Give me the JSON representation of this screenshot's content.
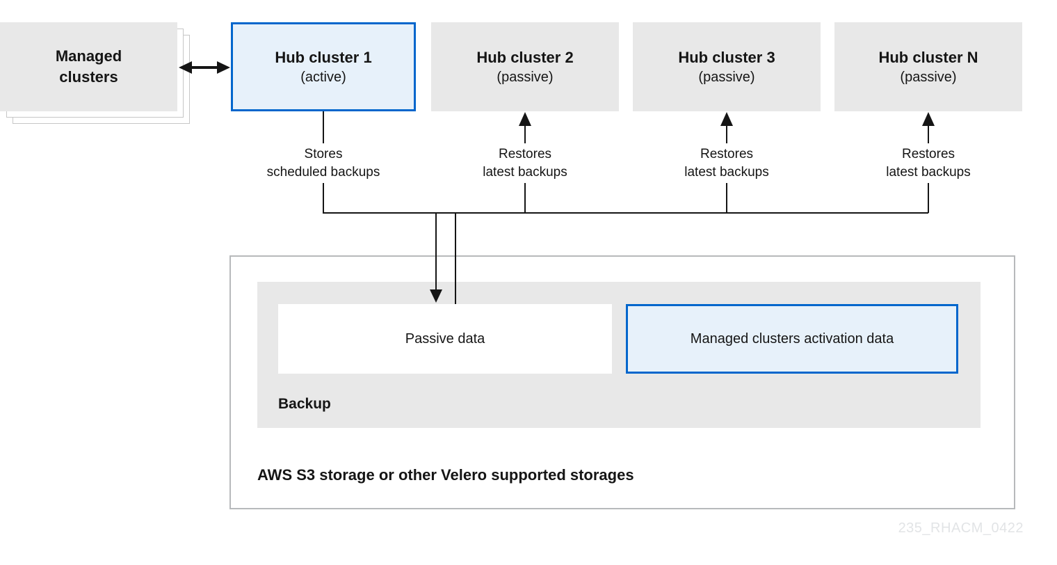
{
  "managed_clusters": {
    "line1": "Managed",
    "line2": "clusters"
  },
  "hubs": [
    {
      "title": "Hub cluster 1",
      "state": "(active)",
      "flow_line1": "Stores",
      "flow_line2": "scheduled backups"
    },
    {
      "title": "Hub cluster 2",
      "state": "(passive)",
      "flow_line1": "Restores",
      "flow_line2": "latest backups"
    },
    {
      "title": "Hub cluster 3",
      "state": "(passive)",
      "flow_line1": "Restores",
      "flow_line2": "latest backups"
    },
    {
      "title": "Hub cluster N",
      "state": "(passive)",
      "flow_line1": "Restores",
      "flow_line2": "latest backups"
    }
  ],
  "storage": {
    "title": "AWS S3 storage or other Velero supported storages",
    "backup_label": "Backup",
    "passive_data_label": "Passive data",
    "activation_label": "Managed clusters activation data"
  },
  "watermark": "235_RHACM_0422",
  "colors": {
    "active_fill": "#e7f1fa",
    "active_border": "#0066cc",
    "passive_fill": "#e8e8e8",
    "line_color": "#151515",
    "outer_border": "#b7b9bb",
    "watermark_color": "#e2e4e6"
  }
}
